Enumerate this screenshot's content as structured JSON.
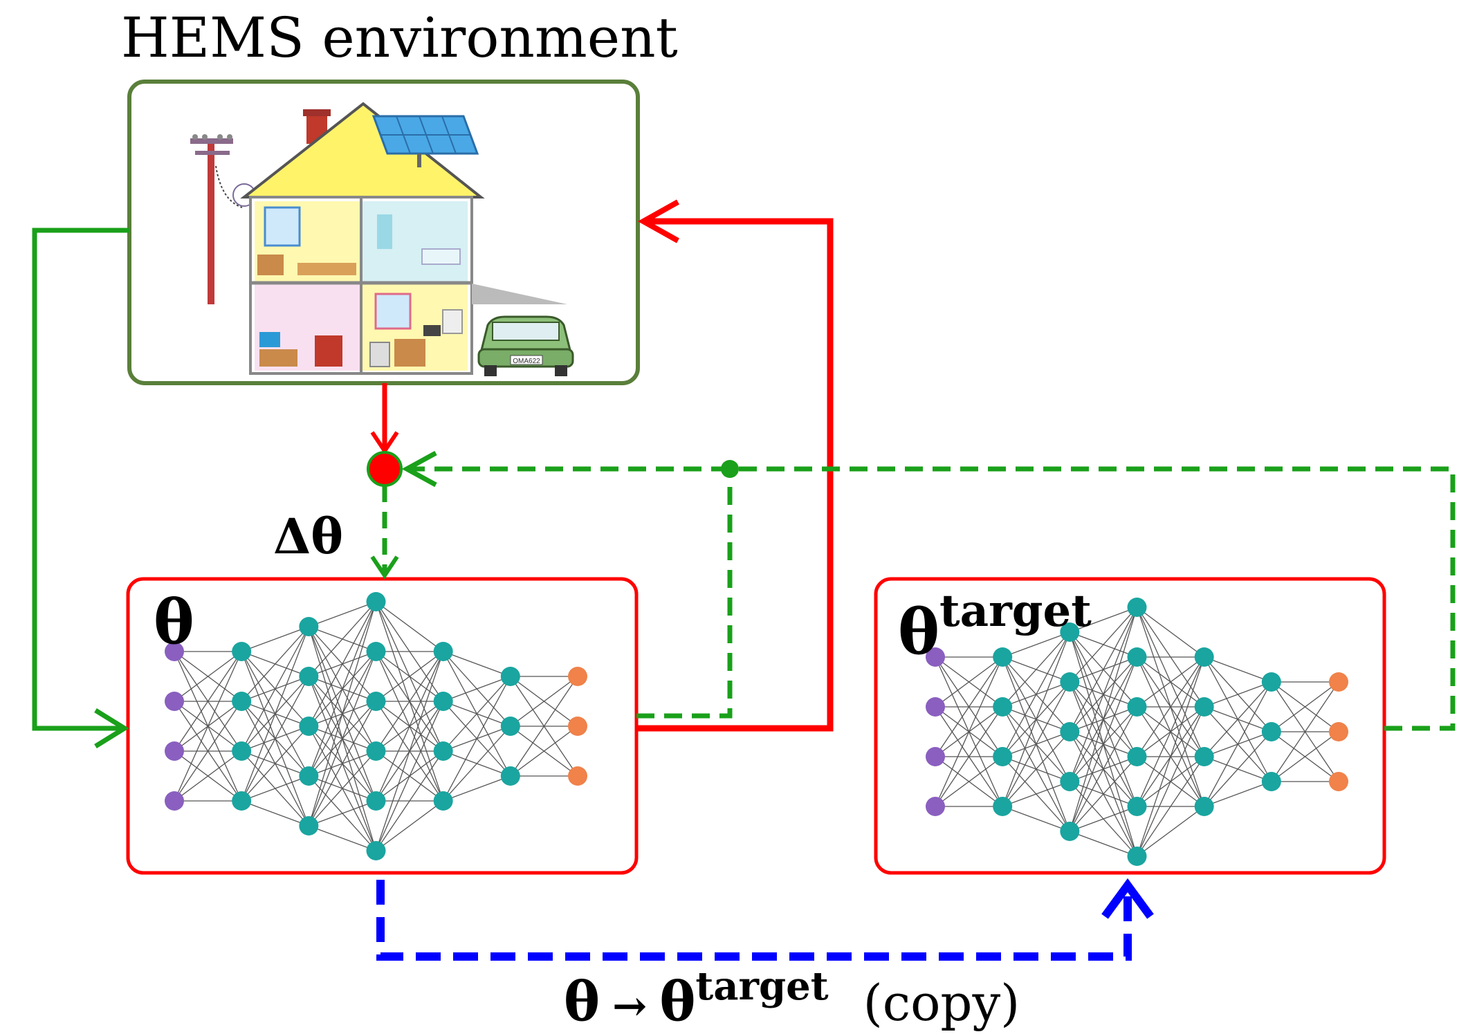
{
  "environment": {
    "title": "HEMS environment",
    "car_plate": "OMA622"
  },
  "networks": {
    "online": {
      "symbol": "θ",
      "layers": [
        4,
        4,
        5,
        6,
        4,
        3,
        3
      ]
    },
    "target": {
      "symbol": "θ",
      "superscript": "target",
      "layers": [
        4,
        4,
        5,
        6,
        4,
        3,
        3
      ]
    }
  },
  "update": {
    "label": "Δθ"
  },
  "copy": {
    "from_symbol": "θ",
    "arrow": "→",
    "to_symbol": "θ",
    "to_superscript": "target",
    "note": "(copy)"
  },
  "colors": {
    "red": "#ff0000",
    "green": "#1aa01a",
    "blue": "#0000ff",
    "env_border": "#5a7f3a",
    "input_node": "#8a5fc0",
    "hidden_node": "#1aa5a0",
    "output_node": "#f0824a",
    "edge": "#555555"
  }
}
